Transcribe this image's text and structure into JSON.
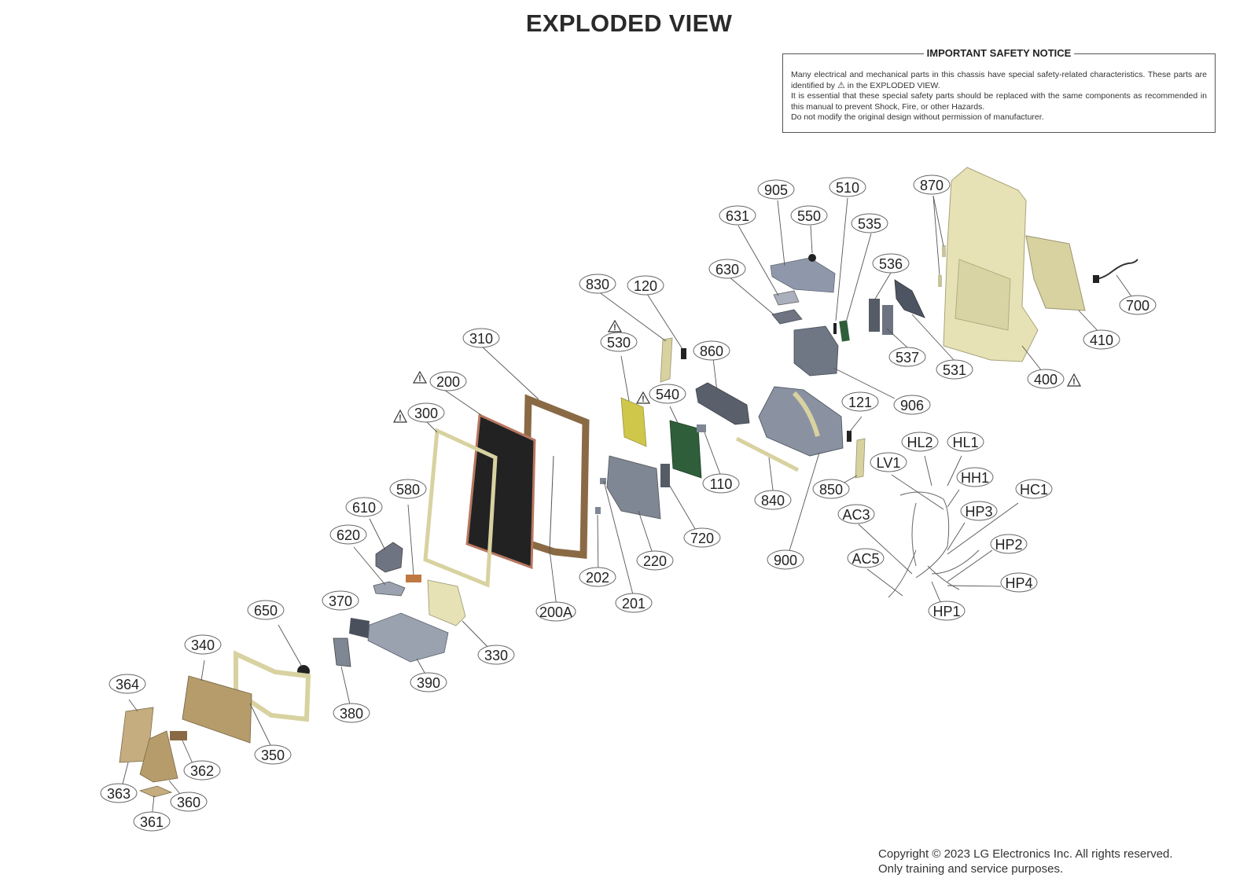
{
  "title": "EXPLODED VIEW",
  "safety_notice": {
    "title": "IMPORTANT SAFETY NOTICE",
    "line1": "Many electrical and mechanical parts in this chassis have special safety-related characteristics. These parts are identified by",
    "line1_end": "in the EXPLODED VIEW.",
    "line2": "It is essential that these special safety parts should be replaced with the same components as recommended in this manual to prevent Shock, Fire, or other Hazards.",
    "line3": "Do not modify the original design without permission of manufacturer."
  },
  "copyright": {
    "line1": "Copyright © 2023 LG Electronics Inc. All rights reserved.",
    "line2": "Only training and service purposes."
  },
  "callouts": [
    "905",
    "510",
    "870",
    "631",
    "550",
    "535",
    "536",
    "630",
    "830",
    "120",
    "700",
    "310",
    "530",
    "860",
    "537",
    "531",
    "410",
    "200",
    "400",
    "540",
    "906",
    "300",
    "121",
    "HL2",
    "HL1",
    "LV1",
    "HH1",
    "580",
    "110",
    "HC1",
    "610",
    "850",
    "840",
    "HP3",
    "AC3",
    "620",
    "720",
    "HP2",
    "900",
    "220",
    "AC5",
    "HP4",
    "202",
    "370",
    "200A",
    "650",
    "201",
    "HP1",
    "330",
    "340",
    "390",
    "364",
    "380",
    "350",
    "362",
    "363",
    "360",
    "361"
  ],
  "safety_marked_parts": [
    "530",
    "540",
    "200",
    "300",
    "400"
  ],
  "colors": {
    "frame_gold": "#d8d2a0",
    "panel_black": "#222222",
    "panel_copper": "#b87760",
    "bracket_brown": "#8a6a45",
    "metal_gray": "#7f8795",
    "board_green": "#2f5f3a",
    "board_yellow": "#cfc74a",
    "tan_cover": "#b59c6a"
  }
}
